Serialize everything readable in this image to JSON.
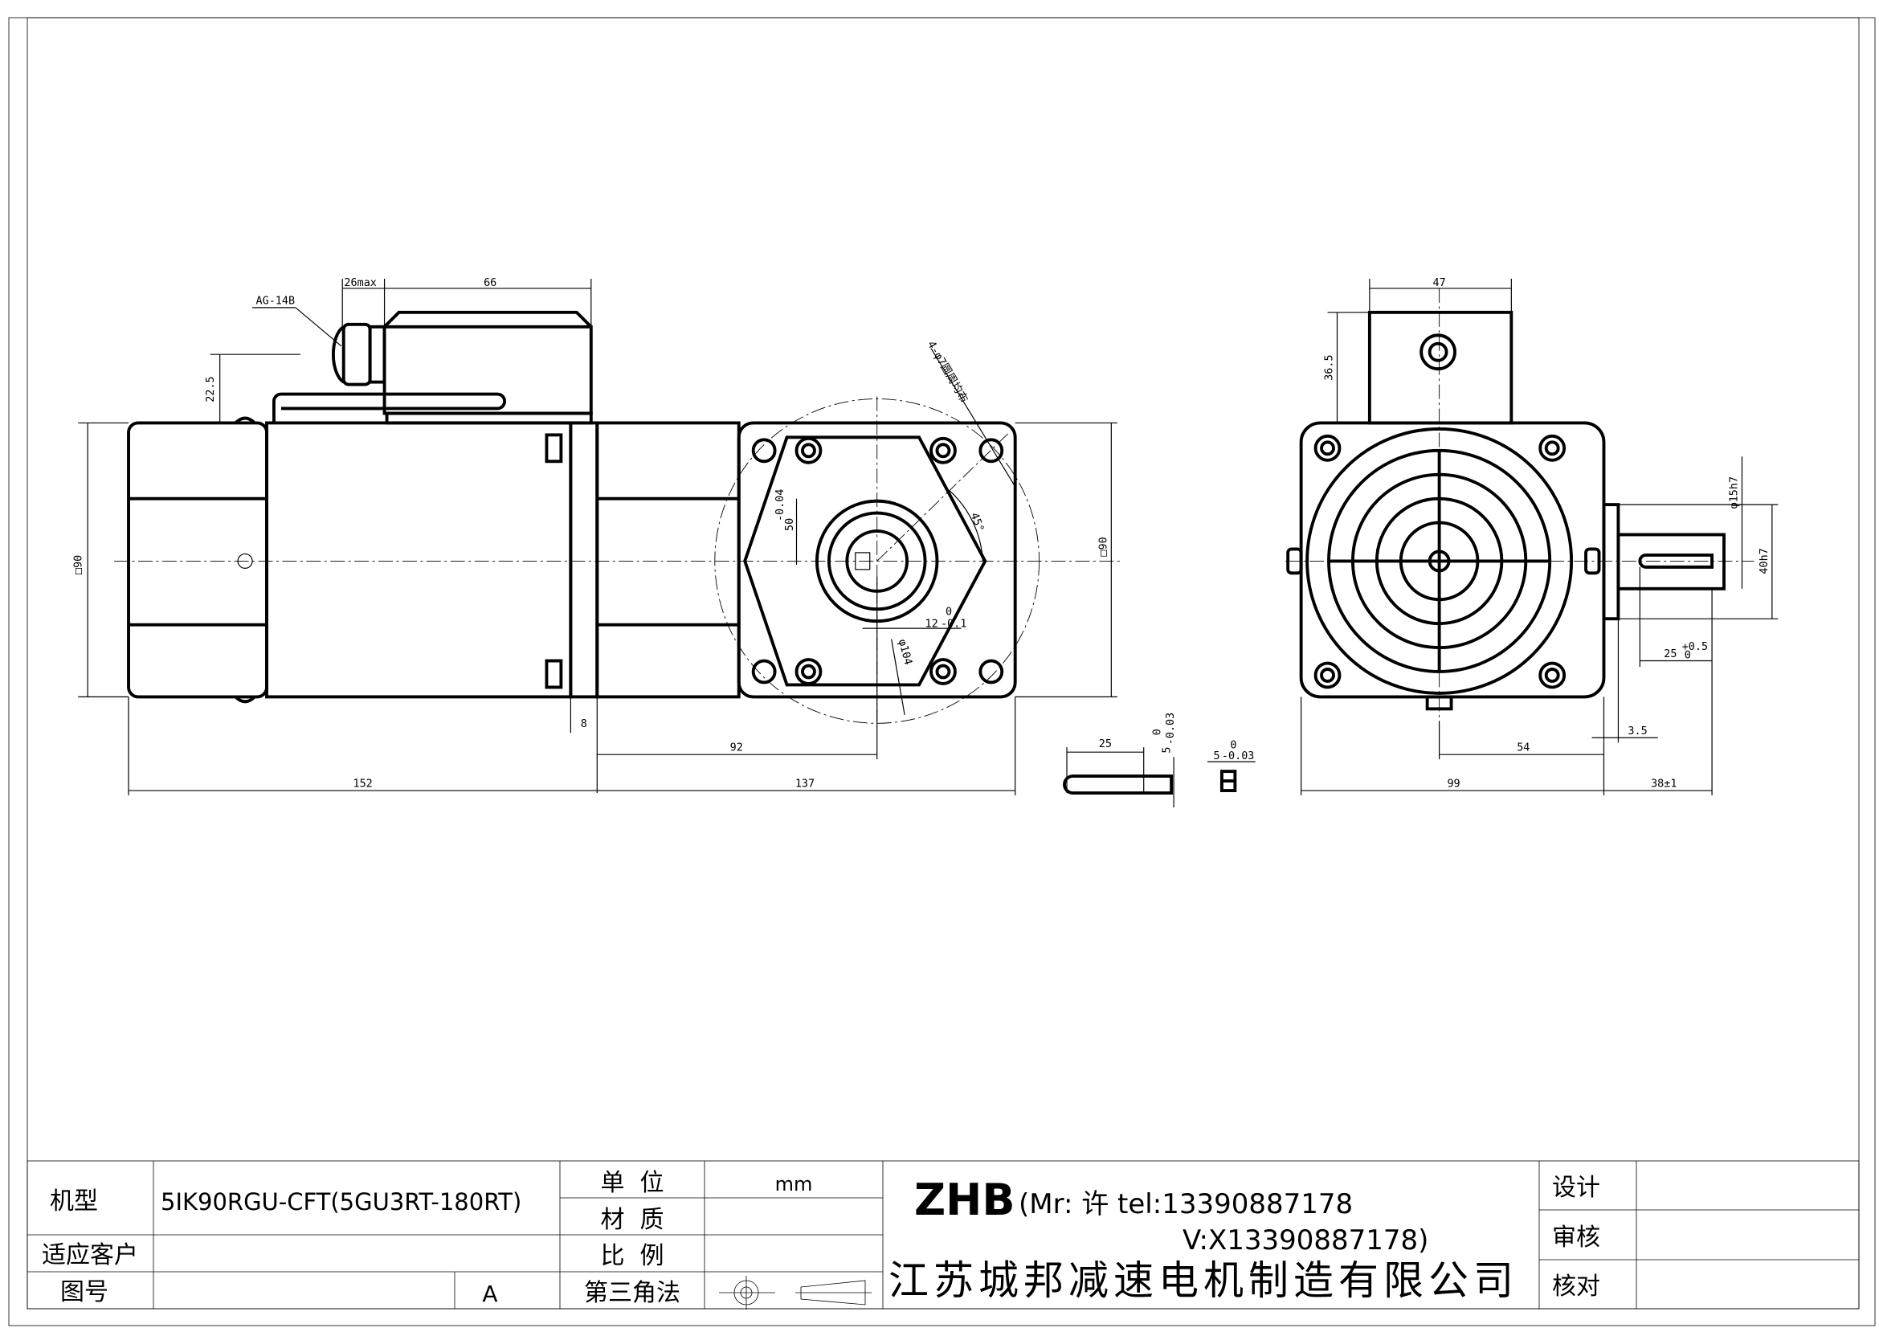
{
  "drawing": {
    "left_view": {
      "cable_gland_label": "AG-14B",
      "dim_gland": "26max",
      "dim_terminal_box": "66",
      "dim_gland_height": "22.5",
      "dim_square_left": "□90",
      "dim_flange": "8",
      "dim_92": "92",
      "dim_motor_length": "152",
      "dim_gear_length": "137"
    },
    "front_view": {
      "holes_note": "4-φ7圆周均布",
      "angle": "45°",
      "dim_12": "12",
      "dim_12_tol_upper": "0",
      "dim_12_tol_lower": "-0.1",
      "dim_pcd": "φ104",
      "dim_50": "50",
      "dim_50_tol": "-0.04",
      "dim_square_right": "□90"
    },
    "key": {
      "dim_length": "25",
      "dim_height": "5",
      "dim_height_tol_upper": "0",
      "dim_height_tol_lower": "-0.03",
      "dim_width": "5",
      "dim_width_tol_upper": "0",
      "dim_width_tol_lower": "-0.03"
    },
    "right_view": {
      "dim_box_width": "47",
      "dim_box_height": "36.5",
      "dim_shaft_dia": "φ15h7",
      "dim_pilot": "40h7",
      "dim_key_len": "25",
      "dim_key_len_tol_upper": "+0.5",
      "dim_key_len_tol_lower": "0",
      "dim_pilot_depth": "3.5",
      "dim_54": "54",
      "dim_99": "99",
      "dim_shaft_len": "38±1"
    }
  },
  "title_block": {
    "model_label": "机型",
    "model_value": "5IK90RGU-CFT(5GU3RT-180RT)",
    "customer_label": "适应客户",
    "customer_value": "",
    "drawing_no_label": "图号",
    "drawing_no_value": "",
    "revision": "A",
    "unit_label": "单  位",
    "unit_value": "mm",
    "material_label": "材  质",
    "material_value": "",
    "scale_label": "比  例",
    "scale_value": "",
    "projection_label": "第三角法",
    "brand": "ZHB",
    "contact_line1": "(Mr: 许 tel:13390887178",
    "contact_line2": "V:X13390887178)",
    "company": "江苏城邦减速电机制造有限公司",
    "design_label": "设计",
    "review_label": "审核",
    "check_label": "核对"
  }
}
